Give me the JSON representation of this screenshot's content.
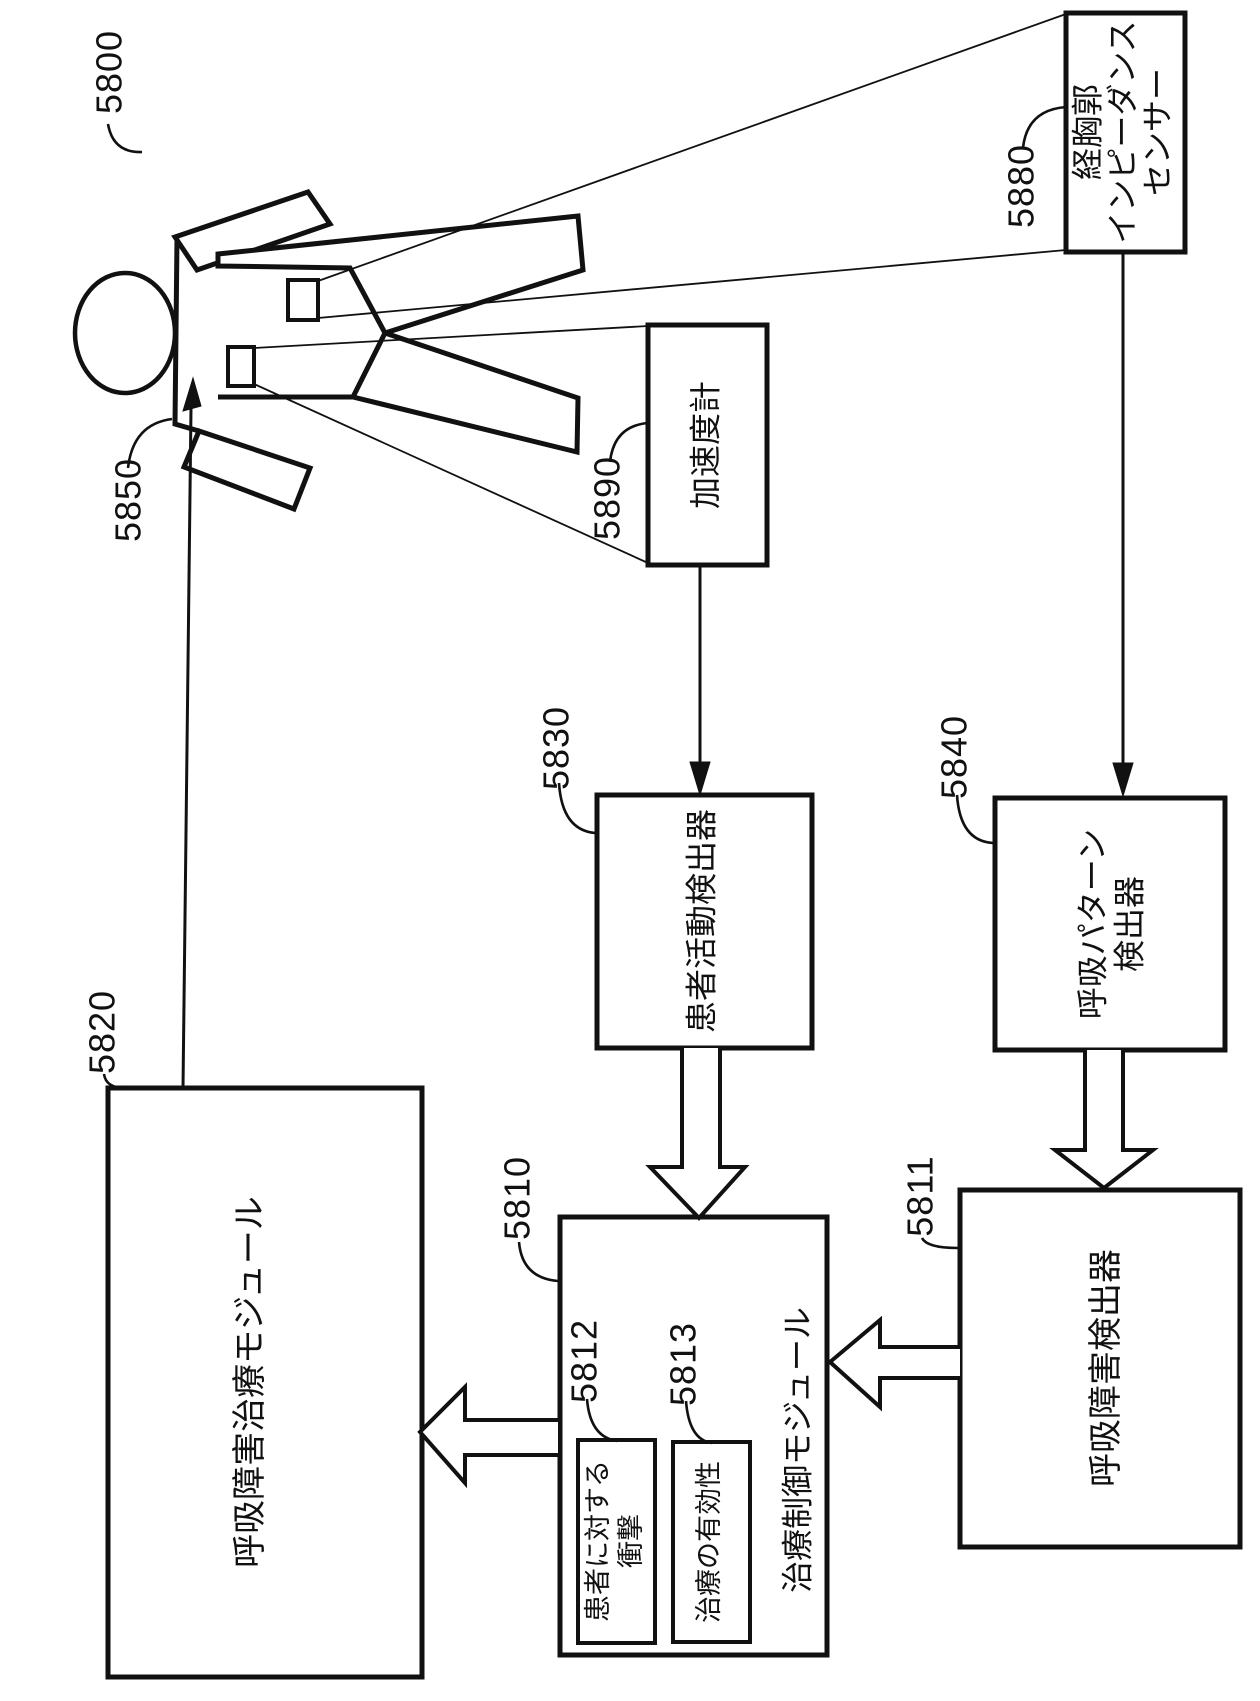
{
  "figure": {
    "refs": {
      "system": "5800",
      "patient": "5850"
    },
    "boxes": {
      "accelerometer": {
        "ref": "5890",
        "label": "加速度計"
      },
      "impedance_sensor": {
        "ref": "5880",
        "lines": [
          "経胸郭",
          "インピーダンス",
          "センサー"
        ]
      },
      "patient_activity_detector": {
        "ref": "5830",
        "label": "患者活動検出器"
      },
      "breathing_pattern_detector": {
        "ref": "5840",
        "lines": [
          "呼吸パターン",
          "検出器"
        ]
      },
      "breathing_disorder_therapy_module": {
        "ref": "5820",
        "label": "呼吸障害治療モジュール"
      },
      "therapy_control_module": {
        "ref": "5810",
        "label": "治療制御モジュール"
      },
      "breathing_disorder_detector": {
        "ref": "5811",
        "label": "呼吸障害検出器"
      },
      "impact_on_patient": {
        "ref": "5812",
        "lines": [
          "患者に対する",
          "衝撃"
        ]
      },
      "therapy_effectiveness": {
        "ref": "5813",
        "label": "治療の有効性"
      }
    },
    "colors": {
      "ink": "#111111",
      "paper": "#ffffff"
    }
  }
}
